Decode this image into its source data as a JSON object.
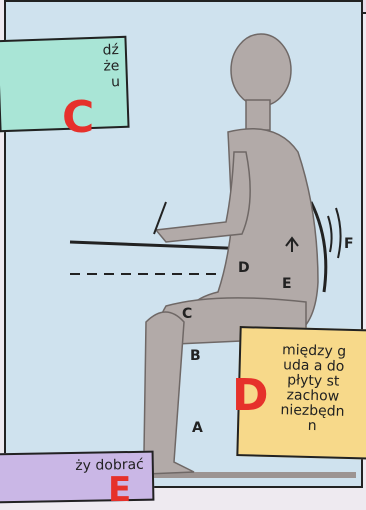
{
  "figure_labels": {
    "a": "A",
    "b": "B",
    "c": "C",
    "d": "D",
    "e": "E",
    "f": "F"
  },
  "card_c": {
    "lines": [
      "dź",
      "że",
      "u"
    ],
    "marker": "C"
  },
  "card_d": {
    "lines": [
      "między g",
      "uda a do",
      "płyty st",
      "zachow",
      "niezbędn",
      "n"
    ],
    "marker": "D"
  },
  "card_e": {
    "lines": [
      "ży dobrać"
    ],
    "marker": "E"
  },
  "colors": {
    "panel_bg": "#cfe2ee",
    "card_c_bg": "#a9e5d6",
    "card_d_bg": "#f7d98a",
    "card_e_bg": "#cab7e6",
    "marker": "#e6312b",
    "body_fill": "#b2aaa8"
  }
}
